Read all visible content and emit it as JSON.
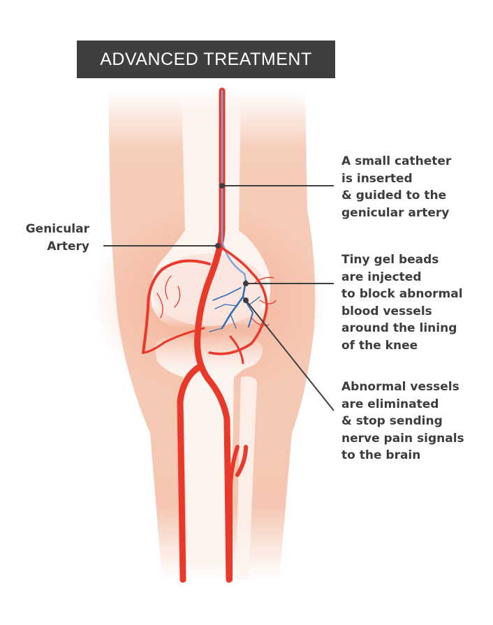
{
  "title": "ADVANCED TREATMENT",
  "labels": {
    "catheter": "A small catheter\nis inserted\n& guided to the\ngenicular artery",
    "gel_beads": "Tiny gel beads\nare injected\nto block abnormal\nblood vessels\naround the lining\nof the knee",
    "vessels": "Abnormal vessels\nare eliminated\n& stop sending\nnerve pain signals\nto the brain",
    "genicular_artery": "Genicular\nArtery"
  },
  "colors": {
    "title_bg": "#3f3f41",
    "title_text": "#ffffff",
    "label_text": "#3d3d3f",
    "skin": "#f3c1ab",
    "skin_light": "#f8d9cb",
    "bone": "#fdf5f2",
    "artery": "#e8392a",
    "vein_blue": "#2f6db5",
    "leader_line": "#3f3f41"
  }
}
